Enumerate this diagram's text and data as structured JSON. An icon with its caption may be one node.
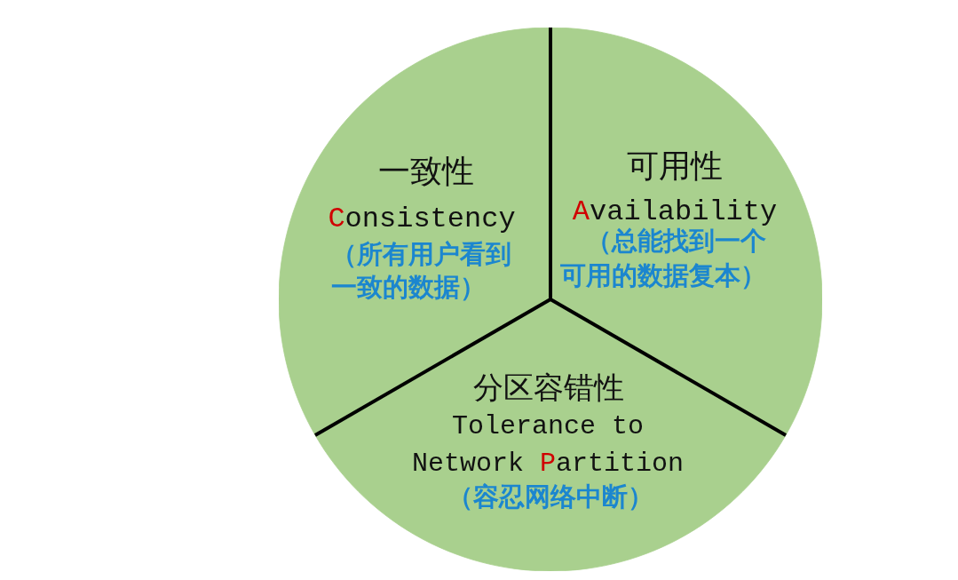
{
  "diagram": {
    "nodes": [
      {
        "text": [
          "一致性",
          "Consistency",
          "（所有用户看到一致的数据）"
        ]
      },
      {
        "text": [
          "可用性",
          "Availability",
          "（总能找到一个可用的数据复本）"
        ]
      },
      {
        "text": [
          "分区容错性",
          "Tolerance to Network Partition",
          "（容忍网络中断）"
        ]
      }
    ]
  }
}
